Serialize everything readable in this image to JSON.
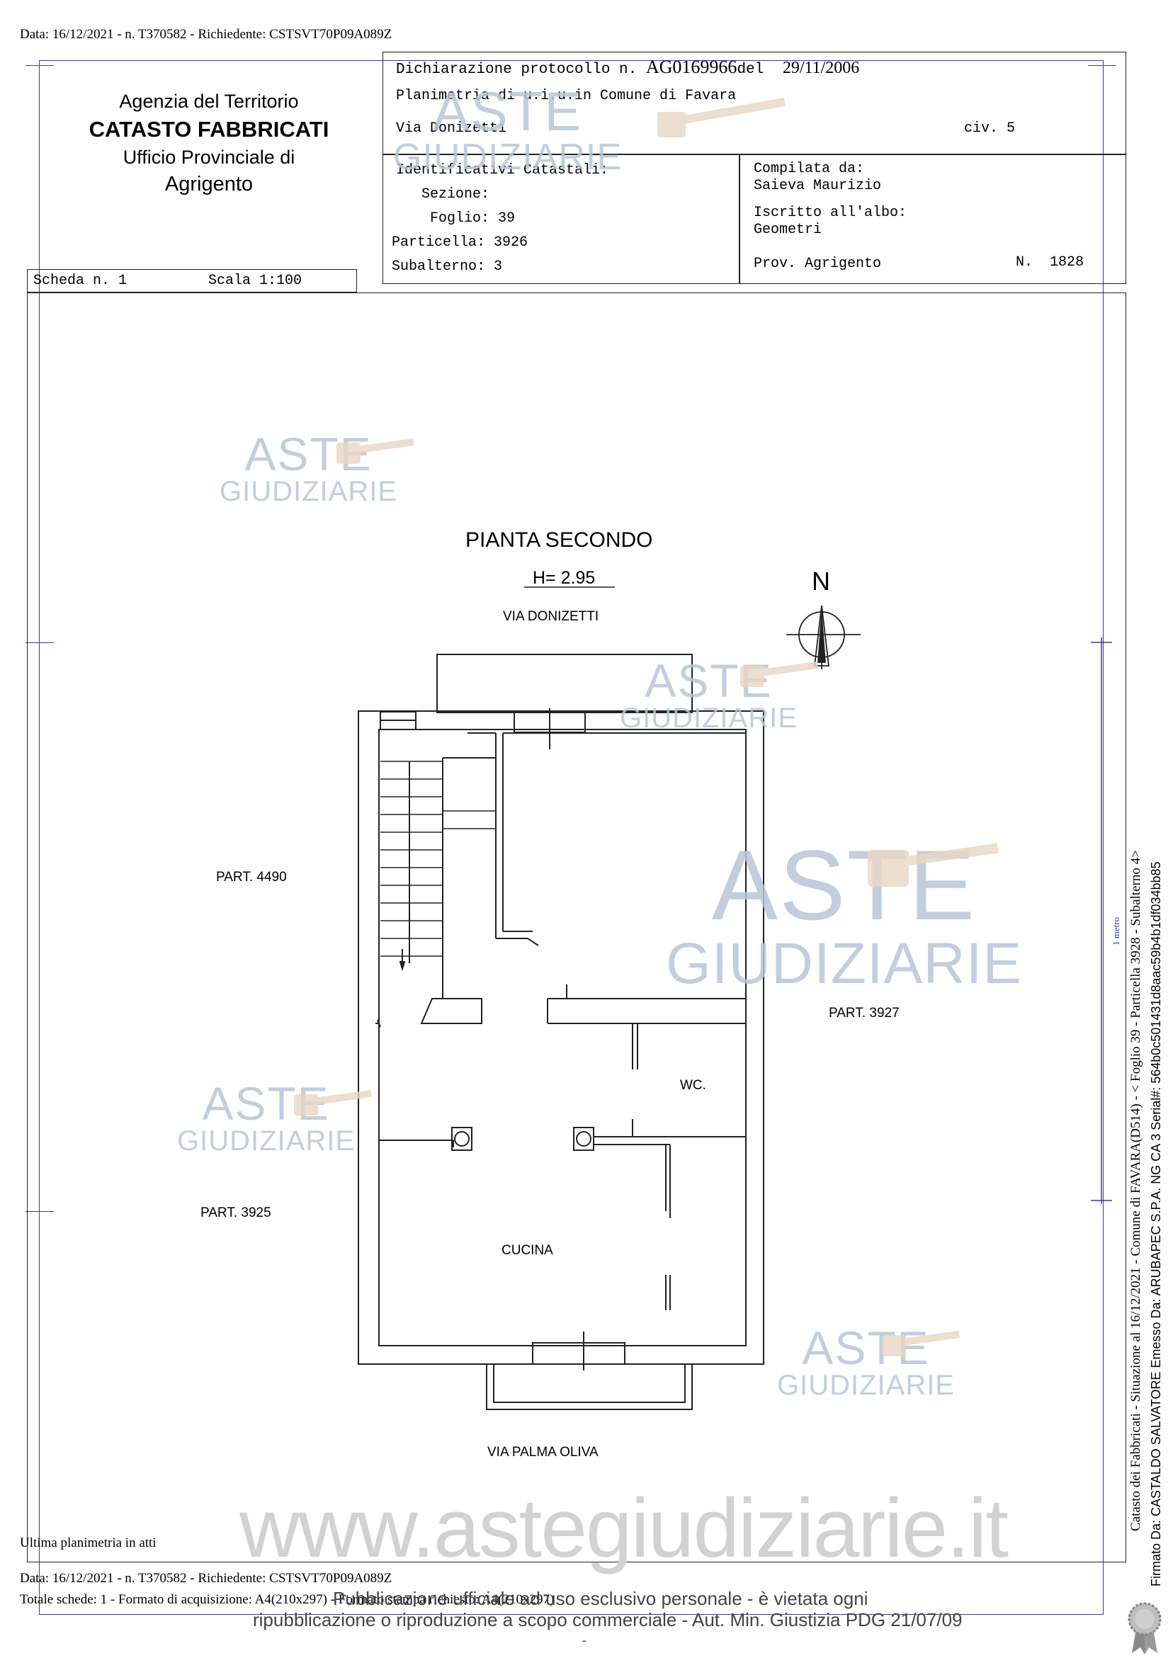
{
  "header_line": "Data: 16/12/2021 - n. T370582 - Richiedente: CSTSVT70P09A089Z",
  "agency": {
    "line1": "Agenzia del Territorio",
    "line2": "CATASTO FABBRICATI",
    "line3": "Ufficio Provinciale di",
    "line4": "Agrigento"
  },
  "declaration": {
    "label": "Dichiarazione protocollo n.",
    "protocol": "AG0169966",
    "del_label": "del",
    "date": "29/11/2006"
  },
  "planimetria": {
    "label": "Planimetria di u.i.u.in Comune di Favara",
    "address": "Via Donizetti",
    "civ": "civ. 5"
  },
  "identificativi": {
    "title": "Identificativi Catastali:",
    "sezione": "Sezione:",
    "foglio_label": "Foglio:",
    "foglio": "39",
    "particella_label": "Particella:",
    "particella": "3926",
    "subalterno_label": "Subalterno:",
    "subalterno": "3"
  },
  "compilata": {
    "label": "Compilata da:",
    "name": "Saieva Maurizio",
    "albo_label": "Iscritto all'albo:",
    "albo": "Geometri",
    "prov": "Prov. Agrigento",
    "numero": "N.  1828"
  },
  "scheda": {
    "label": "Scheda n. 1",
    "scala": "Scala 1:100"
  },
  "plan": {
    "title": "PIANTA SECONDO",
    "height": "H= 2.95",
    "north": "N",
    "street_top": "VIA DONIZETTI",
    "street_bottom": "VIA PALMA OLIVA",
    "part_4490": "PART. 4490",
    "part_3927": "PART. 3927",
    "part_3925": "PART. 3925",
    "wc": "WC.",
    "cucina": "CUCINA"
  },
  "watermark": {
    "aste": "ASTE",
    "giudiziarie": "GIUDIZIARIE",
    "website": "www.astegiudiziarie.it"
  },
  "footer": {
    "ultima": "Ultima planimetria in atti",
    "data": "Data: 16/12/2021 - n. T370582 - Richiedente: CSTSVT70P09A089Z",
    "totale": "Totale schede: 1 - Formato di acquisizione: A4(210x297) - Formato stampa richiesto: A4(210x297)",
    "notice1": "Pubblicazione ufficiale ad uso esclusivo personale - è vietata ogni",
    "notice2": "ripubblicazione o riproduzione a scopo commerciale - Aut. Min. Giustizia PDG 21/07/09",
    "dash": "-"
  },
  "side": {
    "line1": "Catasto dei Fabbricati - Situazione al 16/12/2021 - Comune di FAVARA(D514) - < Foglio 39 - Particella 3928 - Subalterno 4>",
    "line2": "Firmato Da: CASTALDO SALVATORE Emesso Da: ARUBAPEC S.P.A. NG CA 3 Serial#: 564b0c501431d8aac59b4b1df034bb85",
    "stamp": "1 metro"
  }
}
